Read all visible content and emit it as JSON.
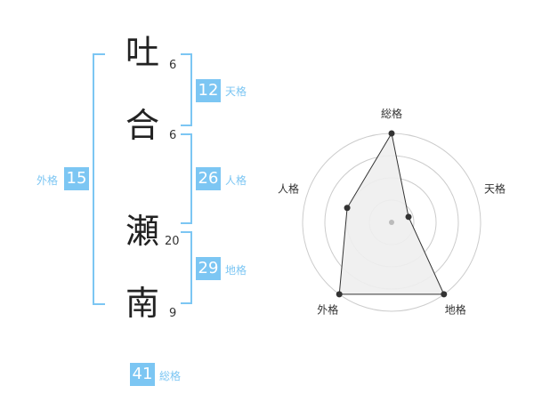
{
  "name": {
    "characters": [
      {
        "char": "吐",
        "strokes": "6"
      },
      {
        "char": "合",
        "strokes": "6"
      },
      {
        "char": "瀬",
        "strokes": "20"
      },
      {
        "char": "南",
        "strokes": "9"
      }
    ]
  },
  "fortunes": {
    "tenkaku": {
      "value": "12",
      "label": "天格"
    },
    "jinkaku": {
      "value": "26",
      "label": "人格"
    },
    "chikaku": {
      "value": "29",
      "label": "地格"
    },
    "gaikaku": {
      "value": "15",
      "label": "外格"
    },
    "soukaku": {
      "value": "41",
      "label": "総格"
    }
  },
  "radar": {
    "labels": [
      "総格",
      "天格",
      "地格",
      "外格",
      "人格"
    ],
    "levels": 4,
    "scores": [
      4,
      0.8,
      4,
      4,
      2.1
    ],
    "max": 4,
    "colors": {
      "ring": "#cccccc",
      "fill": "#eeeeee",
      "line": "#333333",
      "point": "#333333",
      "center": "#bbbbbb"
    }
  }
}
